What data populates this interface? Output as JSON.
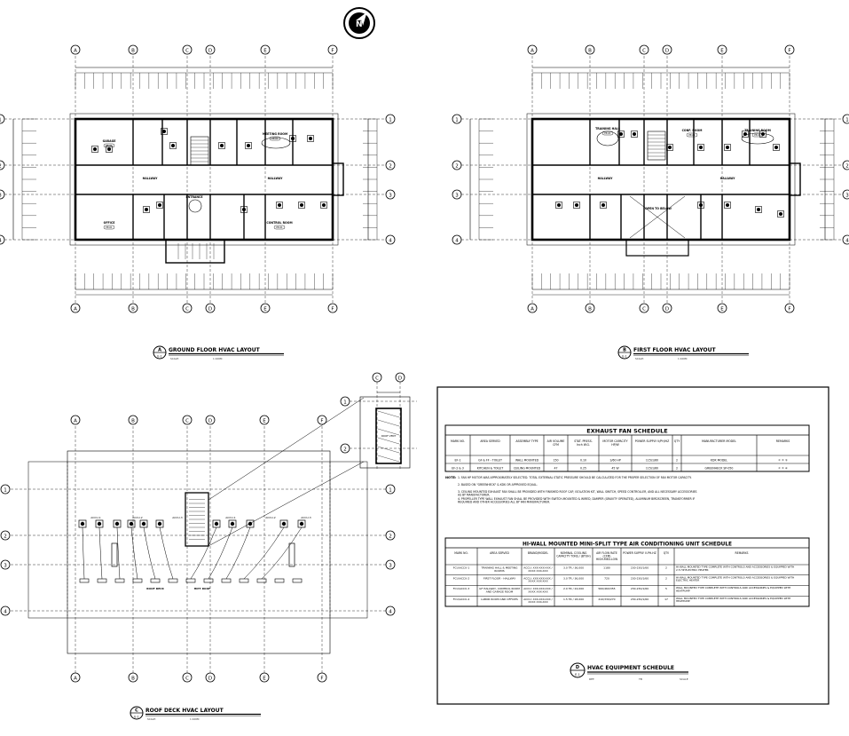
{
  "plans": {
    "ground": {
      "title": "GROUND FLOOR HVAC LAYOUT",
      "scale": "SCALE:",
      "scale_value": "1:100M",
      "symbol_top": "A",
      "symbol_bottom": "E-1",
      "rooms": [
        {
          "name": "GARAGE",
          "tag": "PE-01"
        },
        {
          "name": "MEETING ROOM",
          "tag": "PE-01"
        },
        {
          "name": "OFFICE",
          "tag": "PE-01"
        },
        {
          "name": "CONTROL ROOM",
          "tag": "PE-01"
        },
        {
          "name": "HALLWAY",
          "tag": ""
        },
        {
          "name": "ENTRANCE",
          "tag": ""
        },
        {
          "name": "HALLWAY",
          "tag": ""
        }
      ]
    },
    "first": {
      "title": "FIRST FLOOR HVAC LAYOUT",
      "scale": "SCALE:",
      "scale_value": "1:100M",
      "symbol_top": "B",
      "symbol_bottom": "E-1",
      "rooms": [
        {
          "name": "TRAINING HALL",
          "tag": "PE-01"
        },
        {
          "name": "CONF. ROOM",
          "tag": "PE-01"
        },
        {
          "name": "TRAINING ROOM",
          "tag": "PE-01"
        },
        {
          "name": "HALLWAY",
          "tag": ""
        },
        {
          "name": "OPEN TO BELOW",
          "tag": ""
        },
        {
          "name": "HALLWAY",
          "tag": ""
        }
      ]
    },
    "roof": {
      "title": "ROOF DECK HVAC LAYOUT",
      "scale": "SCALE:",
      "scale_value": "1:100M",
      "symbol_top": "C",
      "symbol_bottom": "E-1",
      "labels": [
        "ACCU-1",
        "ACCU-2",
        "ACCU-3",
        "ACCU-1",
        "ACCU-2",
        "ACCU-3",
        "ROOF DECK",
        "HIPT ROOF"
      ]
    }
  },
  "grid": {
    "columns": [
      "A",
      "B",
      "C",
      "D",
      "E",
      "F"
    ],
    "rows": [
      "1",
      "2",
      "3",
      "4"
    ],
    "detail_columns": [
      "C",
      "D"
    ],
    "detail_rows": [
      "1",
      "2"
    ]
  },
  "exhaust_fan_schedule": {
    "title": "EXHAUST FAN SCHEDULE",
    "headers": [
      "MARK NO.",
      "AREA SERVED",
      "ASSEMBLY TYPE",
      "AIR VOLUME CFM",
      "STAT. PRESS. Inch W.G.",
      "MOTOR CAPACITY HP/W",
      "POWER SUPPLY V/PH/HZ",
      "QTY",
      "MANUFACTURER MODEL",
      "REMARKS"
    ],
    "rows": [
      [
        "EF-1",
        "GF & FF - TOILET",
        "WALL MOUNTED",
        "150",
        "0.10",
        "1/60 HP",
        "115/1/60",
        "2",
        "KDK MODEL",
        "① ② ③"
      ],
      [
        "EF-2 & 3",
        "KITCHEN & TOILET",
        "CEILING MOUNTED",
        "47",
        "0.25",
        "45 W",
        "115/1/60",
        "2",
        "GREENHECK SP-050",
        "① ② ④"
      ]
    ],
    "notes_label": "NOTE:",
    "notes": [
      "1. FAN HP MOTOR WAS APPROXIMATELY SELECTED. TOTAL EXTERNAL STATIC PRESSURE SHOULD BE CALCULATED FOR THE PROPER SELECTION OF FAN MOTOR CAPACITY.",
      "2. BASED ON \"GREENHECK\" & KDK OR APPROVED EQUAL.",
      "3. CEILING MOUNTED EXHAUST FAN SHALL BE PROVIDED WITH FINISHED ROOF CAP, ISOLATION KIT, WALL SWITCH, SPEED CONTROLLER, AND ALL NECESSARY ACCESSORIES AS BY MANUFACTURER.",
      "4. PROPELLER TYPE WALL EXHAUST FAN SHALL BE PROVIDED WITH SWITCH-MOUNTED & WIRED, DAMPER (GRAVITY OPERATED), ALUMINUM BIRDSCREEN, TRANSFORMER IF REQUIRED AND OTHER ACCESSORIES ALL BY FAN MANUFACTURER."
    ]
  },
  "aircon_schedule": {
    "title": "HI-WALL MOUNTED MINI-SPLIT TYPE AIR CONDITIONING UNIT SCHEDULE",
    "headers": [
      "MARK NO.",
      "AREA SERVED",
      "BRAND/MODEL",
      "NOMINAL COOLING CAPACITY TONS / (BTUH)",
      "AIR FLOW RATE (CFM) HIGH-MED-LOW",
      "POWER SUPPLY V-PH-HZ",
      "QTY.",
      "REMARKS"
    ],
    "rows": [
      [
        "FCU/ACCU-1",
        "TRAINING HALL & MEETING ROOMS",
        "ACCU: XXX-XXX-XXX / XXXX XXX-XXX",
        "3.0 TR / 36,000",
        "1180",
        "230-230/1/60",
        "2",
        "HI-WALL MOUNTED TYPE COMPLETE WITH CONTROLS AND ACCESSORIES & EQUIPPED WITH 2.5 HP ELECTRIC HEATER"
      ],
      [
        "FCU/ACCU-2",
        "FIRST FLOOR - HALLWAY",
        "ACCU: XXX-XXX-XXX / XXXX XXX-XXX",
        "3.0 TR / 36,000",
        "720",
        "230-230/1/60",
        "2",
        "HI-WALL MOUNTED TYPE COMPLETE WITH CONTROLS AND ACCESSORIES & EQUIPPED WITH ELECTRIC HEATER"
      ],
      [
        "FCU/ACCU-3",
        "GF HALLWAY, CONTROL ROOM AND GARAGE ROOM",
        "ACCU: XXX-XXX-XXX / XXXX XXX-XXX",
        "2.0 TR / 24,000",
        "560/460/355",
        "230-230/1/60",
        "5",
        "WALL MOUNTED TYPE COMPLETE WITH CONTROLS AND ACCESSORIES & EQUIPPED WITH HEATPUMP"
      ],
      [
        "FCU/ACCU-4",
        "LABOR ROOM AND OFFICES",
        "ACCU: XXX-XXX-XXX / XXXX XXX-XXX",
        "1.5 TR / 18,000",
        "410/330/270",
        "230-230/1/60",
        "17",
        "WALL MOUNTED TYPE COMPLETE WITH CONTROLS AND ACCESSORIES & EQUIPPED WITH HEATPUMP"
      ]
    ]
  },
  "equipment_schedule": {
    "title": "HVAC EQUIPMENT SCHEDULE",
    "symbol_top": "D",
    "symbol_bottom": "E-1",
    "footer": [
      "REF.",
      "TB",
      "SCALE"
    ]
  },
  "roof_detail_label": "ROOF VENT",
  "north_arrow_label": "N"
}
